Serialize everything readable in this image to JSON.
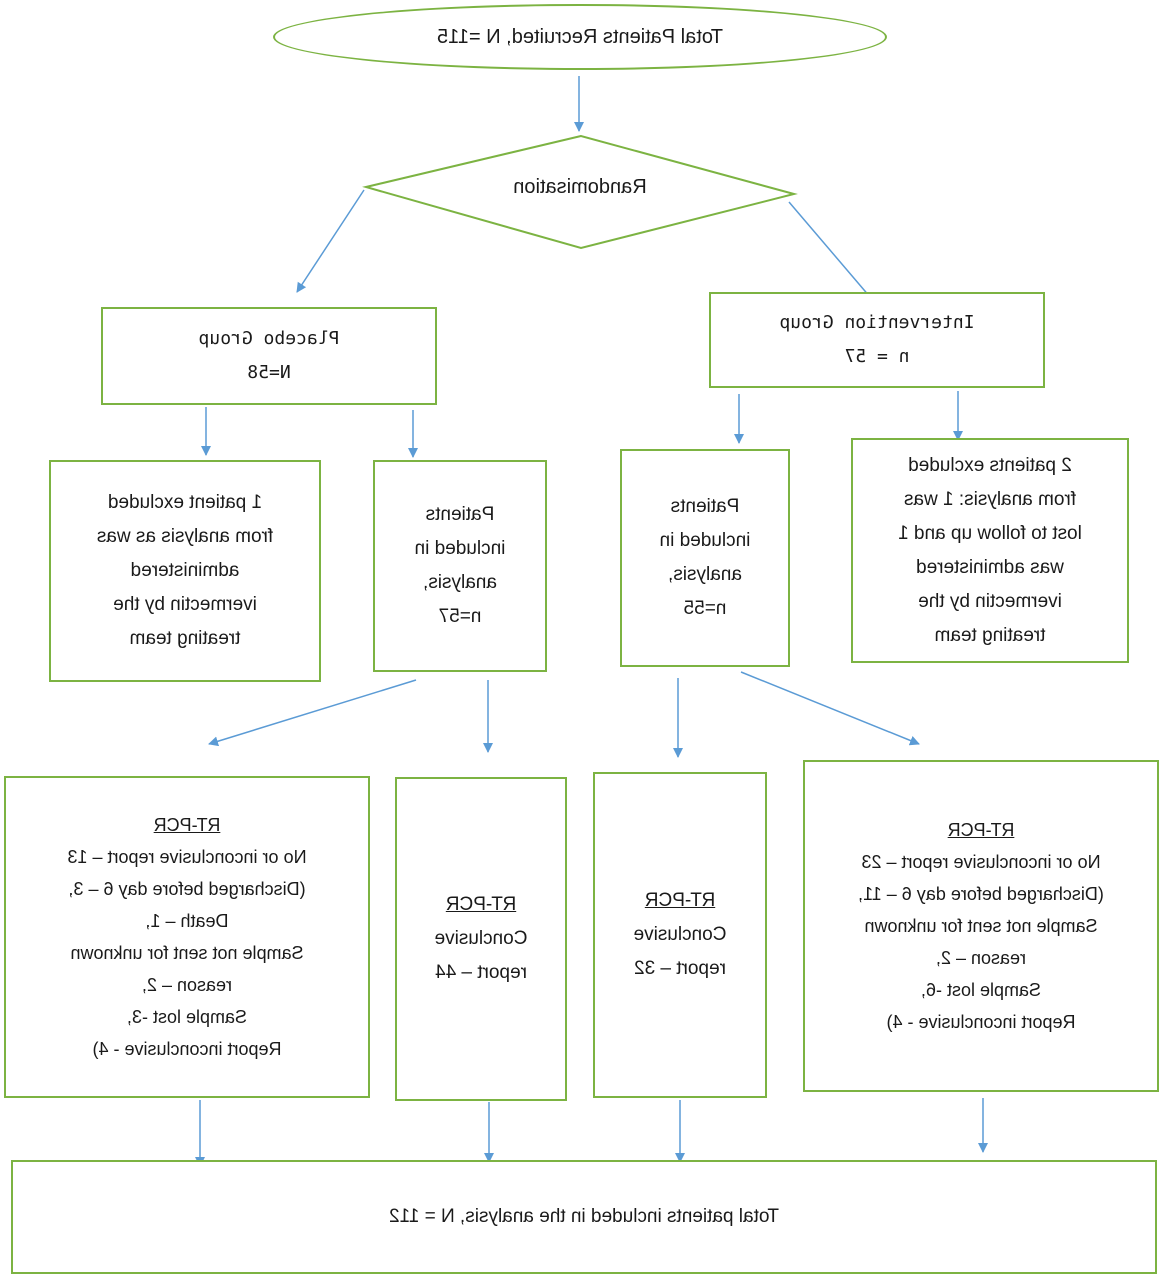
{
  "recruited": {
    "label": "Total Patients Recruited, N =115"
  },
  "randomisation": {
    "label": "Randomisation"
  },
  "placebo_group": {
    "title": "Placebo Group",
    "count": "N=58"
  },
  "intervention_group": {
    "title": "Intervention Group",
    "count": "n = 57"
  },
  "placebo_excluded": {
    "lines": [
      "1 patient excluded",
      "from analysis as was",
      "administered",
      "ivermectin by the",
      "treating team"
    ]
  },
  "placebo_included": {
    "lines": [
      "Patients",
      "included in",
      "analysis,",
      "n=57"
    ]
  },
  "intervention_included": {
    "lines": [
      "Patients",
      "included in",
      "analysis,",
      "n=55"
    ]
  },
  "intervention_excluded": {
    "lines": [
      "2 patients excluded",
      "from analysis: 1 was",
      "lost to follow up and 1",
      "was administered",
      "ivermectin by the",
      "treating team"
    ]
  },
  "placebo_inconclusive": {
    "title": "RT-PCR",
    "lines": [
      "No or inconclusive report – 13",
      "(Discharged before day 6 – 3,",
      "Death – 1,",
      "Sample not sent for unknown",
      "reason – 2,",
      "Sample lost -3,",
      "Report inconclusive - 4)"
    ]
  },
  "placebo_conclusive": {
    "title": "RT-PCR",
    "lines": [
      "Conclusive",
      "report – 44"
    ]
  },
  "intervention_conclusive": {
    "title": "RT-PCR",
    "lines": [
      "Conclusive",
      "report – 32"
    ]
  },
  "intervention_inconclusive": {
    "title": "RT-PCR",
    "lines": [
      "No or inconclusive report – 23",
      "(Discharged before day 6 – 11,",
      "Sample not sent for unknown",
      "reason – 2,",
      "Sample lost -6,",
      "Report inconclusive - 4)"
    ]
  },
  "total_analysed": {
    "label": "Total patients included in the analysis, N = 112"
  },
  "colors": {
    "box_border": "#7cb342",
    "arrow": "#5b9bd5"
  }
}
